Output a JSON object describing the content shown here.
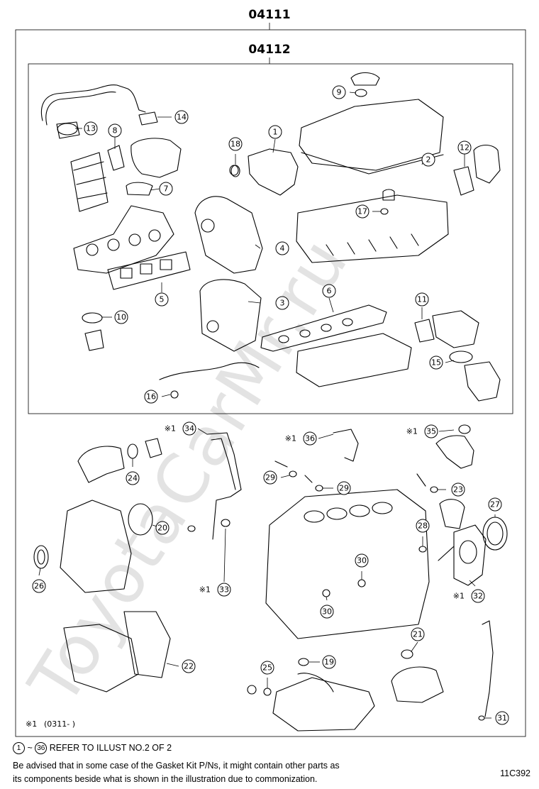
{
  "diagram": {
    "outer_code": "04111",
    "inner_code": "04112",
    "watermark": "ToyotaCarMr.ru",
    "figure_id": "11C392",
    "footnote": {
      "mark": "※1",
      "period": "(0311-       )"
    },
    "legend": {
      "from": "1",
      "tilde": "~",
      "to": "36",
      "text": "REFER TO ILLUST NO.2 OF 2"
    },
    "advisory": [
      "Be advised that in some case of the Gasket Kit P/Ns,  it might contain other parts as",
      "its components beside what is shown in the illustration due to commonization."
    ],
    "callouts": [
      {
        "n": "1"
      },
      {
        "n": "2"
      },
      {
        "n": "3"
      },
      {
        "n": "4"
      },
      {
        "n": "5"
      },
      {
        "n": "6"
      },
      {
        "n": "7"
      },
      {
        "n": "8"
      },
      {
        "n": "9"
      },
      {
        "n": "10"
      },
      {
        "n": "11"
      },
      {
        "n": "12"
      },
      {
        "n": "13"
      },
      {
        "n": "14"
      },
      {
        "n": "15"
      },
      {
        "n": "16"
      },
      {
        "n": "17"
      },
      {
        "n": "18"
      },
      {
        "n": "19"
      },
      {
        "n": "20"
      },
      {
        "n": "21"
      },
      {
        "n": "22"
      },
      {
        "n": "23"
      },
      {
        "n": "24"
      },
      {
        "n": "25"
      },
      {
        "n": "26"
      },
      {
        "n": "27"
      },
      {
        "n": "28"
      },
      {
        "n": "29"
      },
      {
        "n": "29"
      },
      {
        "n": "30"
      },
      {
        "n": "30"
      },
      {
        "n": "31"
      },
      {
        "n": "32",
        "mark": "※1"
      },
      {
        "n": "33",
        "mark": "※1"
      },
      {
        "n": "34",
        "mark": "※1"
      },
      {
        "n": "35",
        "mark": "※1"
      },
      {
        "n": "36",
        "mark": "※1"
      }
    ]
  }
}
